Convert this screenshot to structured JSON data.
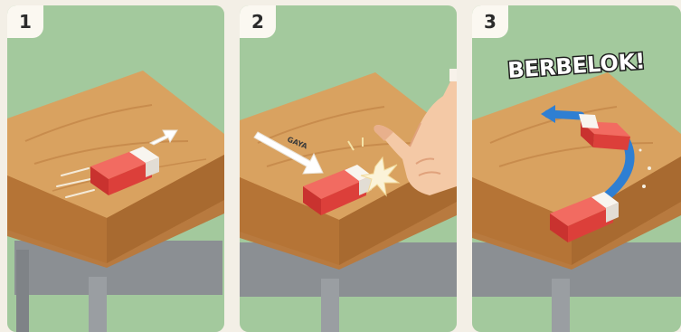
{
  "panels": [
    {
      "number": "1"
    },
    {
      "number": "2",
      "force_label": "GAYA"
    },
    {
      "number": "3",
      "shout": "BERBELOK!"
    }
  ],
  "colors": {
    "background_green": "#9fc79a",
    "table_wood": "#d39a57",
    "eraser_red": "#e0433f",
    "eraser_sleeve": "#f6f3ee",
    "path_blue": "#2f7fd2"
  },
  "icons": [
    "motion-arrow-icon",
    "force-arrow-icon",
    "impact-burst-icon",
    "curved-path-arrow-icon",
    "pointing-hand-icon"
  ]
}
